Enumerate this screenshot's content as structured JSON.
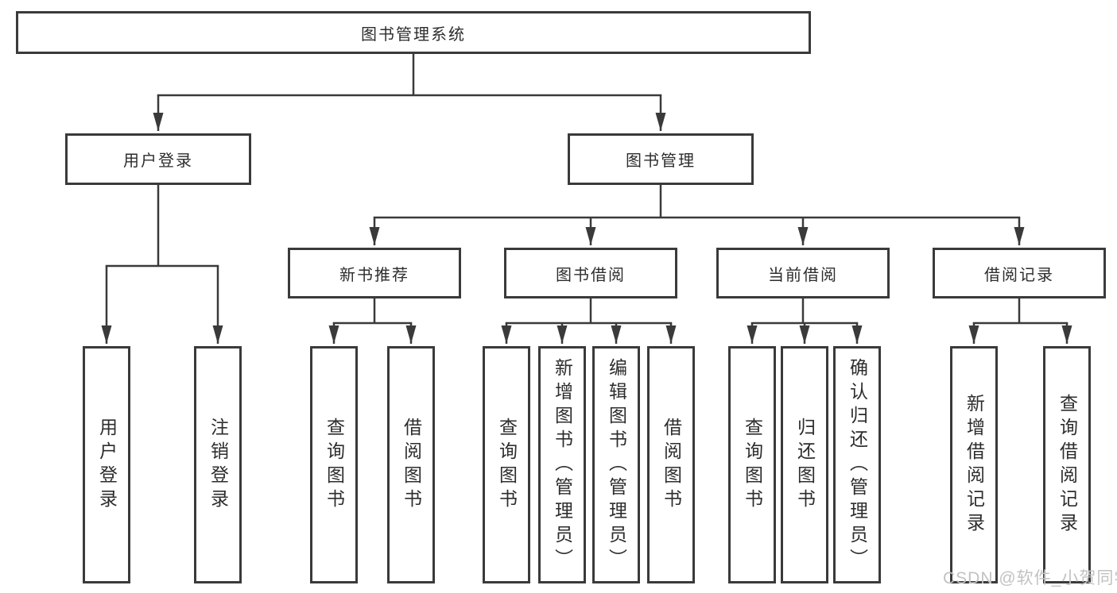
{
  "diagram": {
    "root": {
      "label": "图书管理系统"
    },
    "level2": [
      {
        "label": "用户登录"
      },
      {
        "label": "图书管理"
      }
    ],
    "level3": [
      {
        "label": "新书推荐"
      },
      {
        "label": "图书借阅"
      },
      {
        "label": "当前借阅"
      },
      {
        "label": "借阅记录"
      }
    ],
    "leaves": [
      {
        "label": "用户登录"
      },
      {
        "label": "注销登录"
      },
      {
        "label": "查询图书"
      },
      {
        "label": "借阅图书"
      },
      {
        "label": "查询图书"
      },
      {
        "label": "新增图书（管理员）"
      },
      {
        "label": "编辑图书（管理员）"
      },
      {
        "label": "借阅图书"
      },
      {
        "label": "查询图书"
      },
      {
        "label": "归还图书"
      },
      {
        "label": "确认归还（管理员）"
      },
      {
        "label": "新增借阅记录"
      },
      {
        "label": "查询借阅记录"
      }
    ],
    "colors": {
      "line": "#3a3a3a",
      "box_border": "#3a3a3a",
      "text": "#2d2d2d",
      "background": "#ffffff"
    }
  },
  "watermark": {
    "text": "CSDN @软件_小贺同学",
    "color": "#c2c2c2"
  }
}
